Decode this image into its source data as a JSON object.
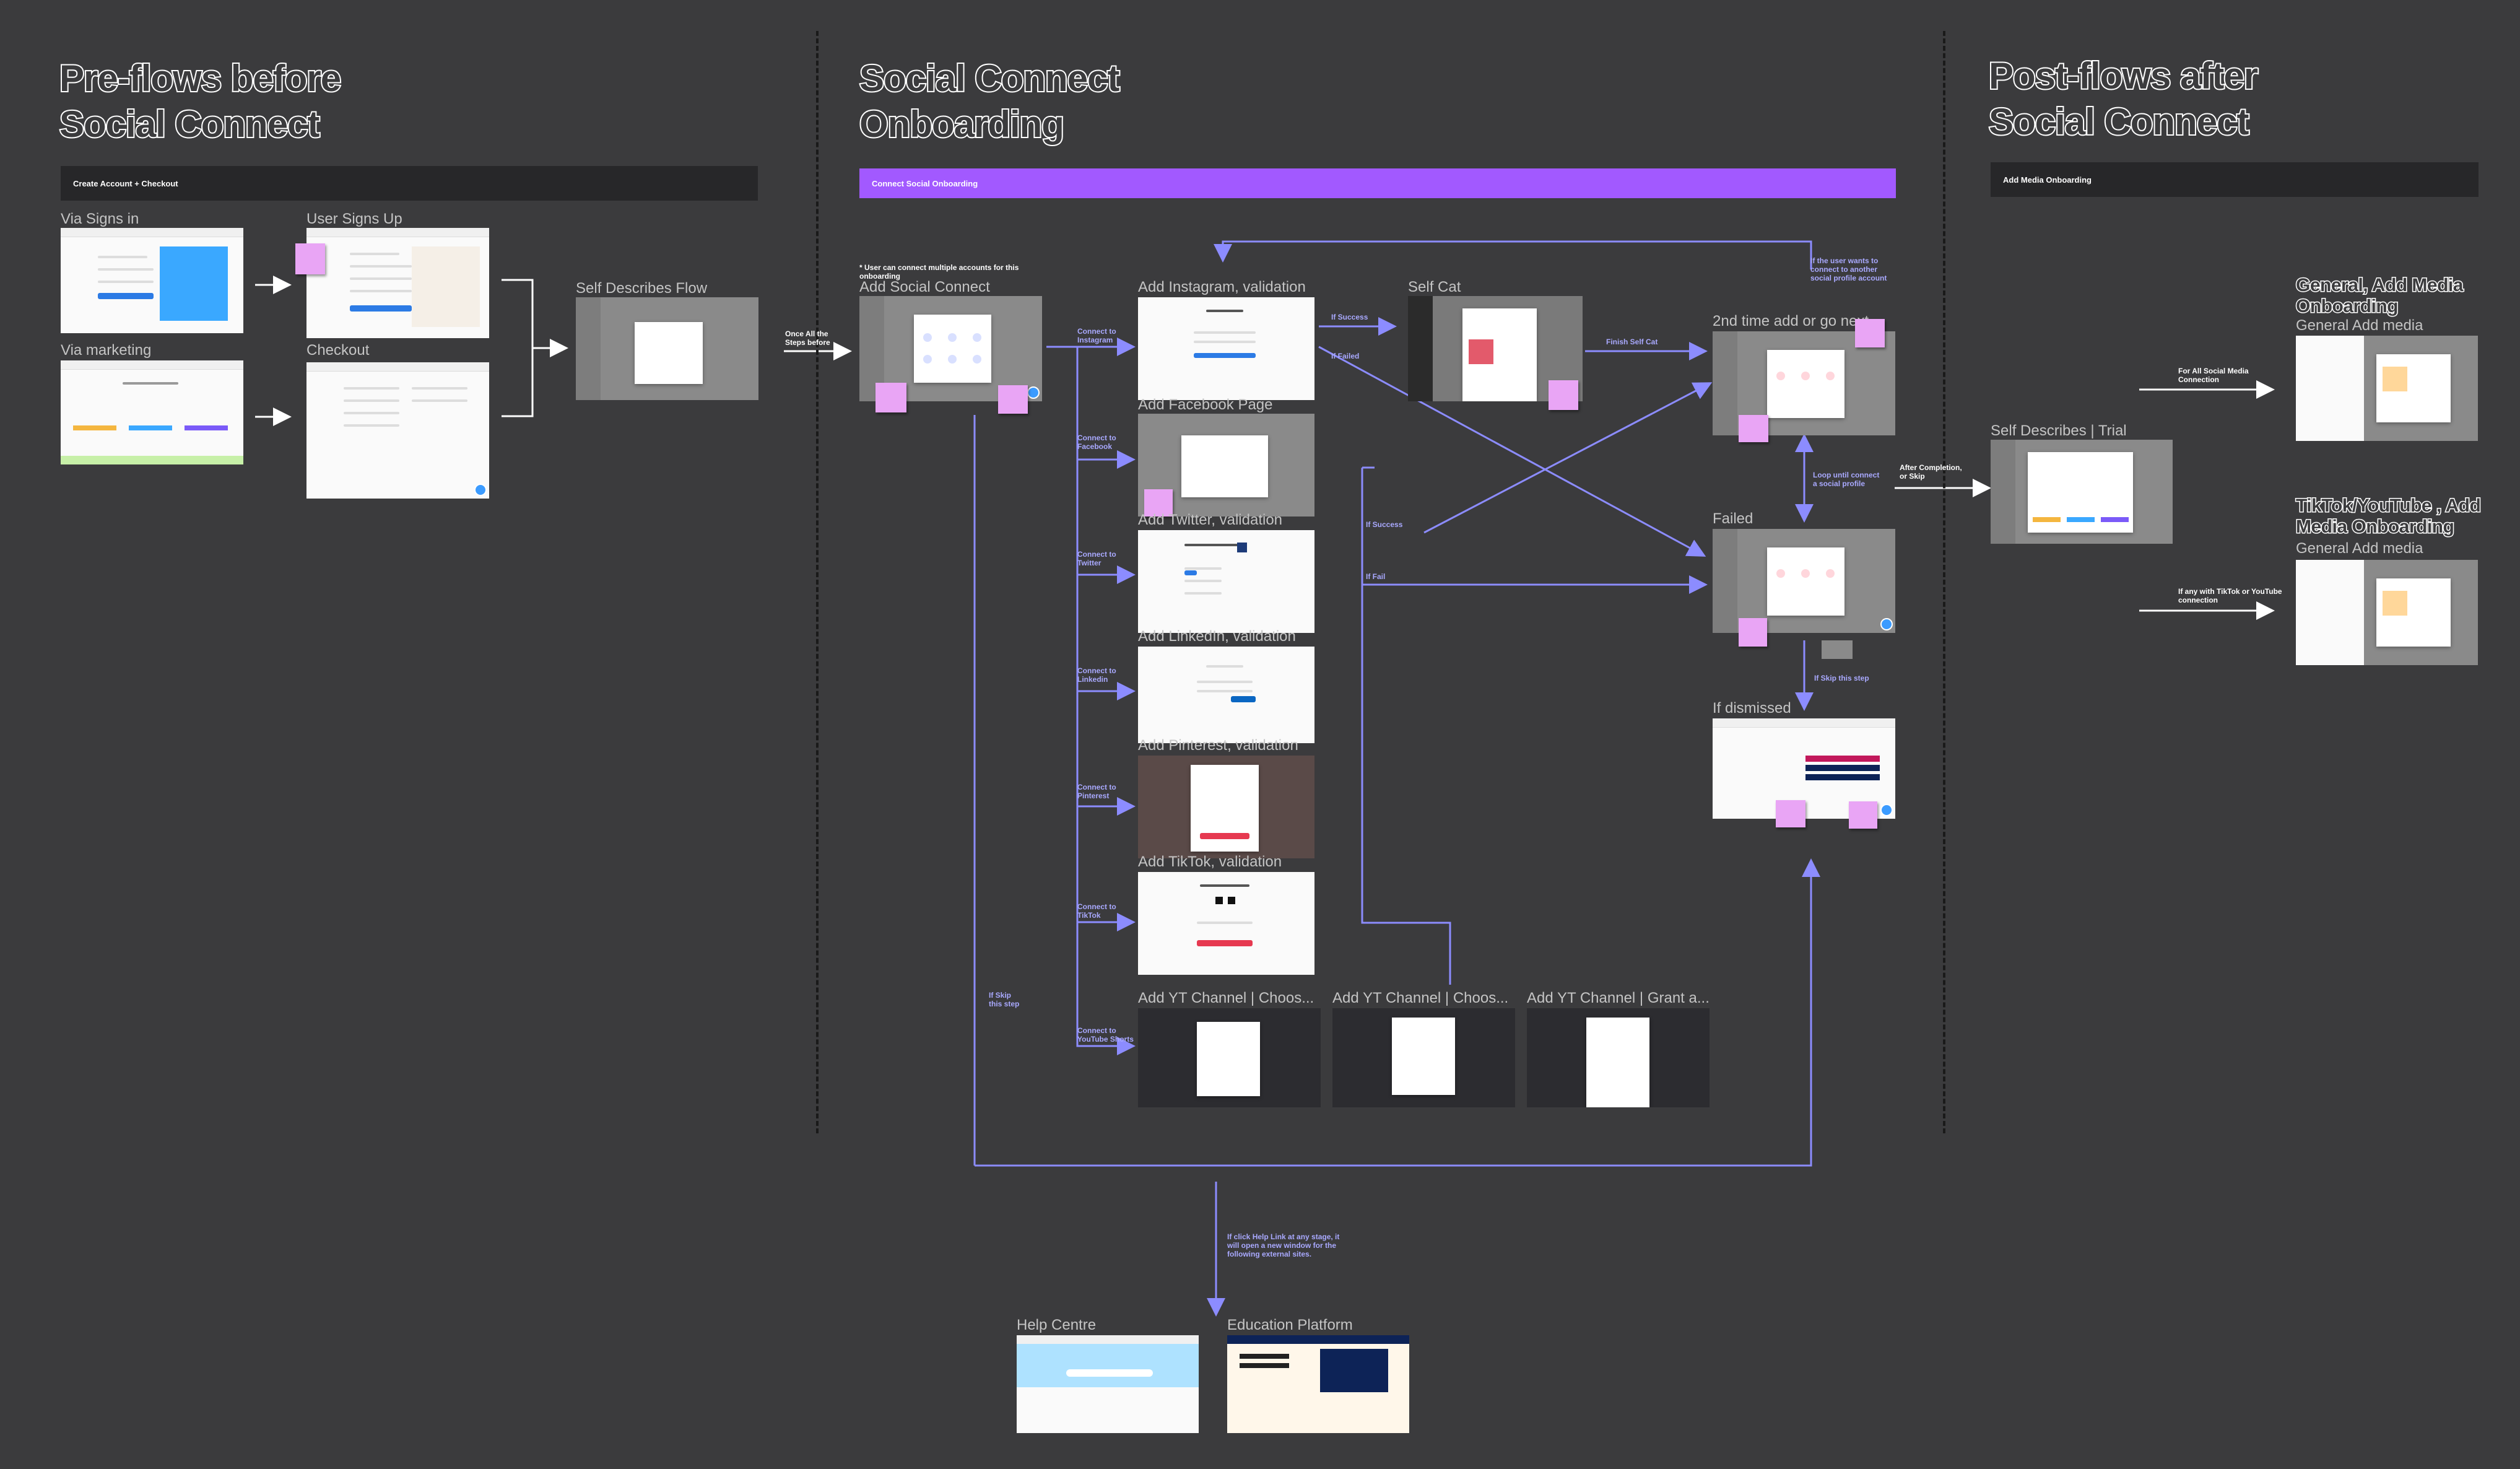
{
  "sections": {
    "pre": {
      "title_line1": "Pre-flows before",
      "title_line2": "Social Connect",
      "bar": "Create Account + Checkout"
    },
    "social": {
      "title_line1": "Social Connect",
      "title_line2": "Onboarding",
      "bar": "Connect Social Onboarding"
    },
    "post": {
      "title_line1": "Post-flows after",
      "title_line2": "Social Connect",
      "bar": "Add Media Onboarding"
    }
  },
  "frames": {
    "via_signs_in": "Via Signs in",
    "user_signs_up": "User Signs Up",
    "via_marketing": "Via marketing",
    "checkout": "Checkout",
    "self_describes_flow": "Self Describes Flow",
    "add_social_connect": "Add Social Connect",
    "add_instagram": "Add Instagram, validation",
    "add_facebook": "Add Facebook Page",
    "add_twitter": "Add Twitter, validation",
    "add_linkedin": "Add LinkedIn, validation",
    "add_pinterest": "Add Pinterest, validation",
    "add_tiktok": "Add TikTok, validation",
    "add_yt_1": "Add YT Channel | Choos...",
    "add_yt_2": "Add YT Channel | Choos...",
    "add_yt_3": "Add YT Channel | Grant a...",
    "self_cat": "Self Cat",
    "second_time": "2nd time add or go next",
    "failed": "Failed",
    "if_dismissed": "If dismissed",
    "self_describes_trial": "Self Describes | Trial",
    "general_add_media_1": "General Add media",
    "general_add_media_2": "General Add media",
    "help_centre": "Help Centre",
    "education_platform": "Education Platform"
  },
  "post_headings": {
    "general_line1": "General, Add Media",
    "general_line2": "Onboarding",
    "tiktok_line1": "TikTok/YouTube , Add",
    "tiktok_line2": "Media Onboarding"
  },
  "notes": {
    "multi_accounts_line1": "* User can connect multiple accounts for this",
    "multi_accounts_line2": "onboarding",
    "once_all_line1": "Once All the",
    "once_all_line2": "Steps before",
    "another_account_line1": "If the user wants to",
    "another_account_line2": "connect to another",
    "another_account_line3": "social profile account",
    "after_completion_line1": "After Completion,",
    "after_completion_line2": "or Skip",
    "all_social_line1": "For All Social Media",
    "all_social_line2": "Connection",
    "tiktok_yt_line1": "If any  with TikTok or YouTube",
    "tiktok_yt_line2": "connection",
    "help_link_line1": "If click Help Link at any stage, it",
    "help_link_line2": "will open a new window for the",
    "help_link_line3": "following external sites."
  },
  "edges": {
    "connect_instagram_l1": "Connect to",
    "connect_instagram_l2": "Instagram",
    "connect_facebook_l1": "Connect to",
    "connect_facebook_l2": "Facebook",
    "connect_twitter_l1": "Connect to",
    "connect_twitter_l2": "Twitter",
    "connect_linkedin_l1": "Connect to",
    "connect_linkedin_l2": "Linkedin",
    "connect_pinterest_l1": "Connect to",
    "connect_pinterest_l2": "Pinterest",
    "connect_tiktok_l1": "Connect to",
    "connect_tiktok_l2": "TikTok",
    "connect_youtube_l1": "Connect to",
    "connect_youtube_l2": "YouTube Shorts",
    "if_success_1": "If Success",
    "if_failed": "If Failed",
    "finish_self_cat": "Finish Self Cat",
    "if_success_2": "If Success",
    "if_fail": "If Fail",
    "loop_until_l1": "Loop until connect",
    "loop_until_l2": "a social profile",
    "if_skip_this_step": "If Skip this step",
    "if_skip_l1": "If Skip",
    "if_skip_l2": "this step"
  },
  "colors": {
    "background": "#3b3b3d",
    "arrow": "#8c8cff",
    "accent_purple": "#a259ff",
    "sticky": "#e9a5f5"
  }
}
